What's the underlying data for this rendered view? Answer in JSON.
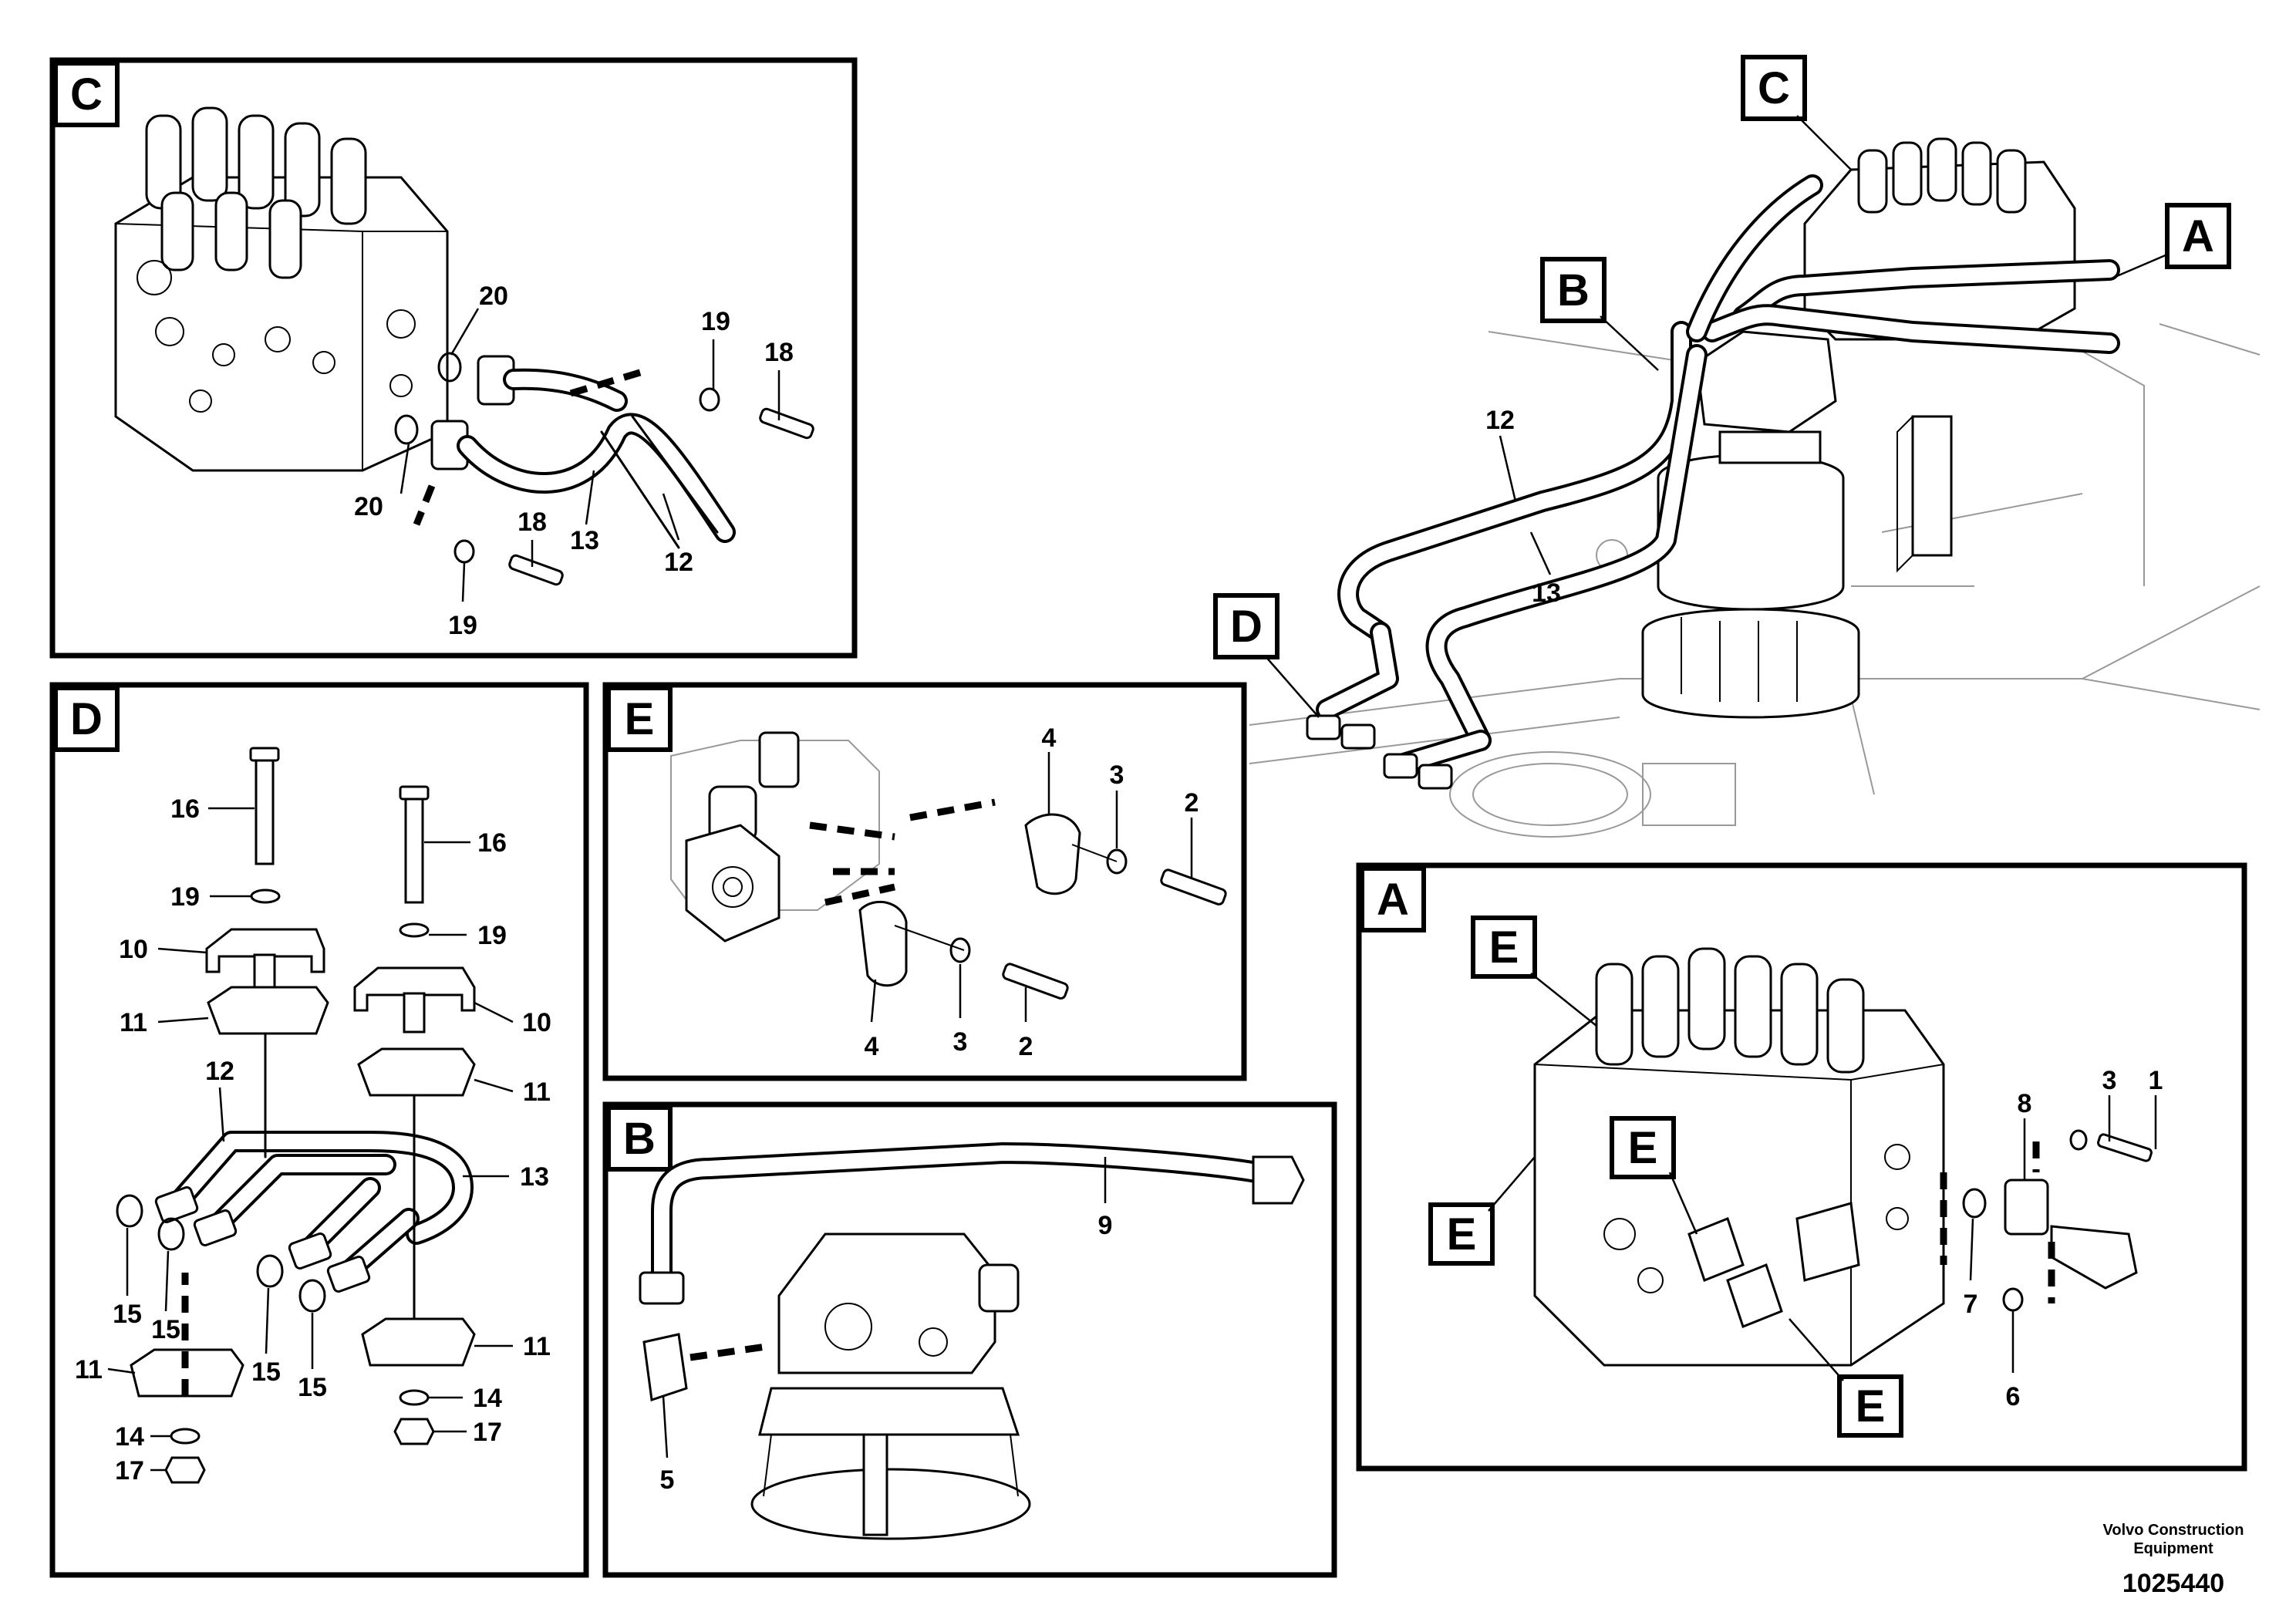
{
  "views": {
    "C": {
      "tag": "C",
      "labels": [
        "20",
        "19",
        "18",
        "20",
        "18",
        "13",
        "12",
        "19"
      ]
    },
    "D": {
      "tag": "D",
      "labels": [
        "16",
        "16",
        "19",
        "19",
        "10",
        "10",
        "11",
        "11",
        "12",
        "13",
        "15",
        "15",
        "15",
        "15",
        "11",
        "11",
        "14",
        "14",
        "17",
        "17"
      ]
    },
    "E": {
      "tag": "E",
      "labels": [
        "4",
        "3",
        "2",
        "4",
        "3",
        "2"
      ]
    },
    "B": {
      "tag": "B",
      "labels": [
        "9",
        "5"
      ]
    },
    "A": {
      "tag": "A",
      "labels": [
        "E",
        "E",
        "E",
        "E",
        "8",
        "3",
        "1",
        "7",
        "6"
      ]
    },
    "overview": {
      "tags": [
        "C",
        "A",
        "B",
        "D"
      ],
      "labels": [
        "12",
        "13"
      ]
    }
  },
  "footer": {
    "credit_line1": "Volvo Construction",
    "credit_line2": "Equipment",
    "document_number": "1025440"
  }
}
